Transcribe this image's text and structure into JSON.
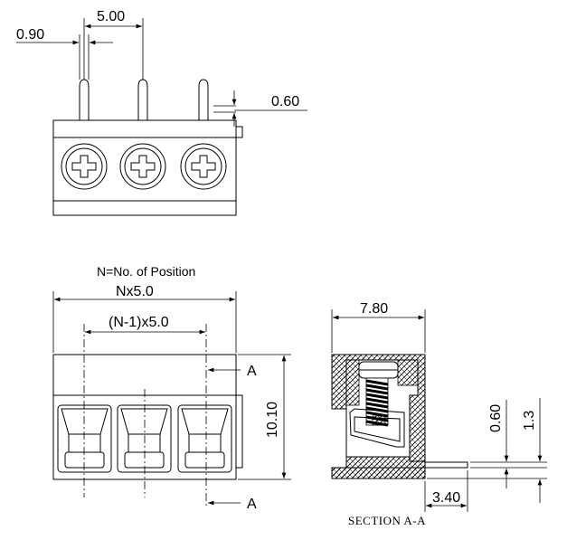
{
  "top_view": {
    "dim_pitch": "5.00",
    "dim_pin_width": "0.90",
    "dim_pin_thickness": "0.60"
  },
  "front_view": {
    "note": "N=No. of Position",
    "dim_total": "Nx5.0",
    "dim_inner": "(N-1)x5.0",
    "dim_height": "10.10",
    "section_mark_top": "A",
    "section_mark_bottom": "A"
  },
  "section_view": {
    "dim_depth": "7.80",
    "dim_pin_t": "0.60",
    "dim_pin_h": "1.3",
    "dim_pin_offset": "3.40",
    "caption": "SECTION A-A"
  }
}
